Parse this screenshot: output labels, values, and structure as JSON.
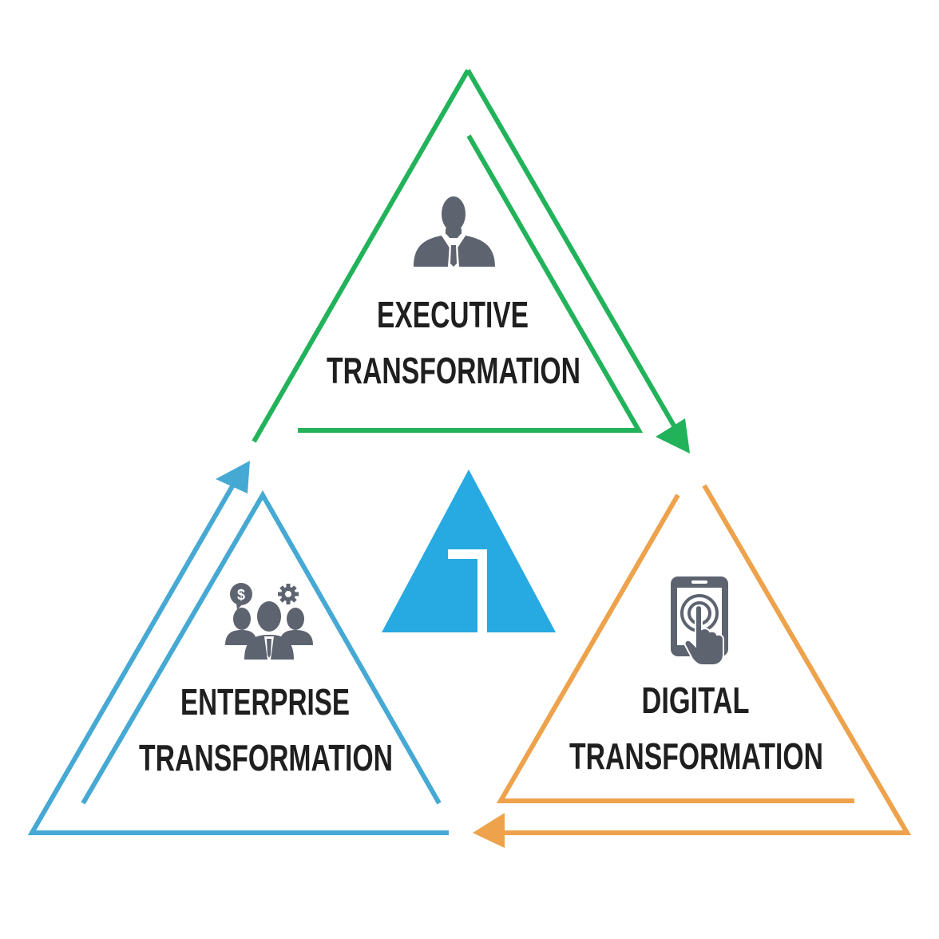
{
  "colors": {
    "executive": "#22b35a",
    "digital": "#eda24b",
    "enterprise": "#46a9d3",
    "logo": "#27a9e1",
    "icon": "#5d6470",
    "text": "#1f1f1f"
  },
  "executive": {
    "title_line1": "EXECUTIVE",
    "title_line2": "TRANSFORMATION",
    "icon": "businessman-icon"
  },
  "digital": {
    "title_line1": "DIGITAL",
    "title_line2": "TRANSFORMATION",
    "icon": "touch-tablet-icon"
  },
  "enterprise": {
    "title_line1": "ENTERPRISE",
    "title_line2": "TRANSFORMATION",
    "icon": "business-team-icon"
  },
  "logo": {
    "icon": "triangle-door-logo-icon"
  }
}
